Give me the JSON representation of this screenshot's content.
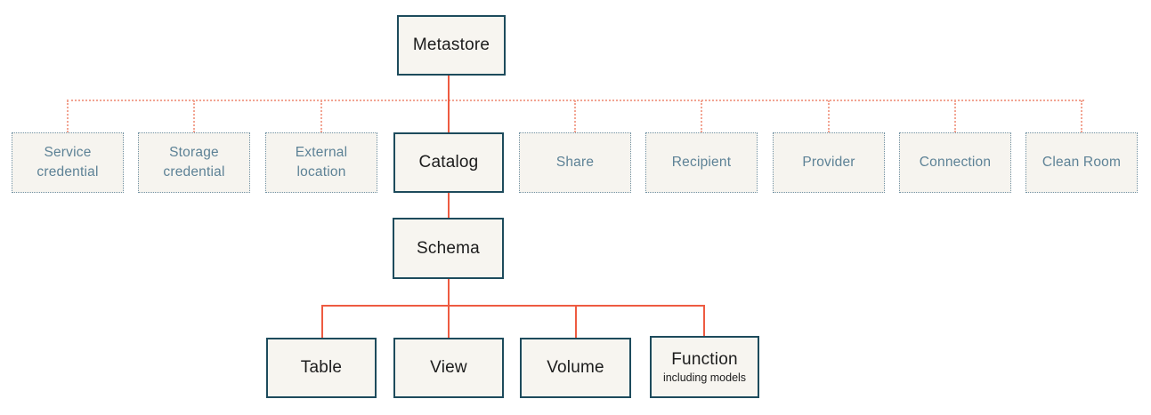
{
  "diagram": {
    "description": "Metastore object hierarchy diagram",
    "colors": {
      "solid_box_border": "#1d4b5c",
      "box_fill": "#f7f5f0",
      "solid_connector": "#ee5b41",
      "dotted_connector": "#f2a492",
      "dotted_box_border": "#7191a3",
      "dotted_box_text": "#5d8296",
      "main_text": "#1c1c1c",
      "background": "#ffffff"
    },
    "nodes": {
      "metastore": {
        "label": "Metastore"
      },
      "catalog": {
        "label": "Catalog"
      },
      "schema": {
        "label": "Schema"
      },
      "table": {
        "label": "Table"
      },
      "view": {
        "label": "View"
      },
      "volume": {
        "label": "Volume"
      },
      "function": {
        "label": "Function",
        "sublabel": "including models"
      },
      "service_credential": {
        "label": "Service credential"
      },
      "storage_credential": {
        "label": "Storage credential"
      },
      "external_location": {
        "label": "External location"
      },
      "share": {
        "label": "Share"
      },
      "recipient": {
        "label": "Recipient"
      },
      "provider": {
        "label": "Provider"
      },
      "connection": {
        "label": "Connection"
      },
      "clean_room": {
        "label": "Clean Room"
      }
    }
  }
}
